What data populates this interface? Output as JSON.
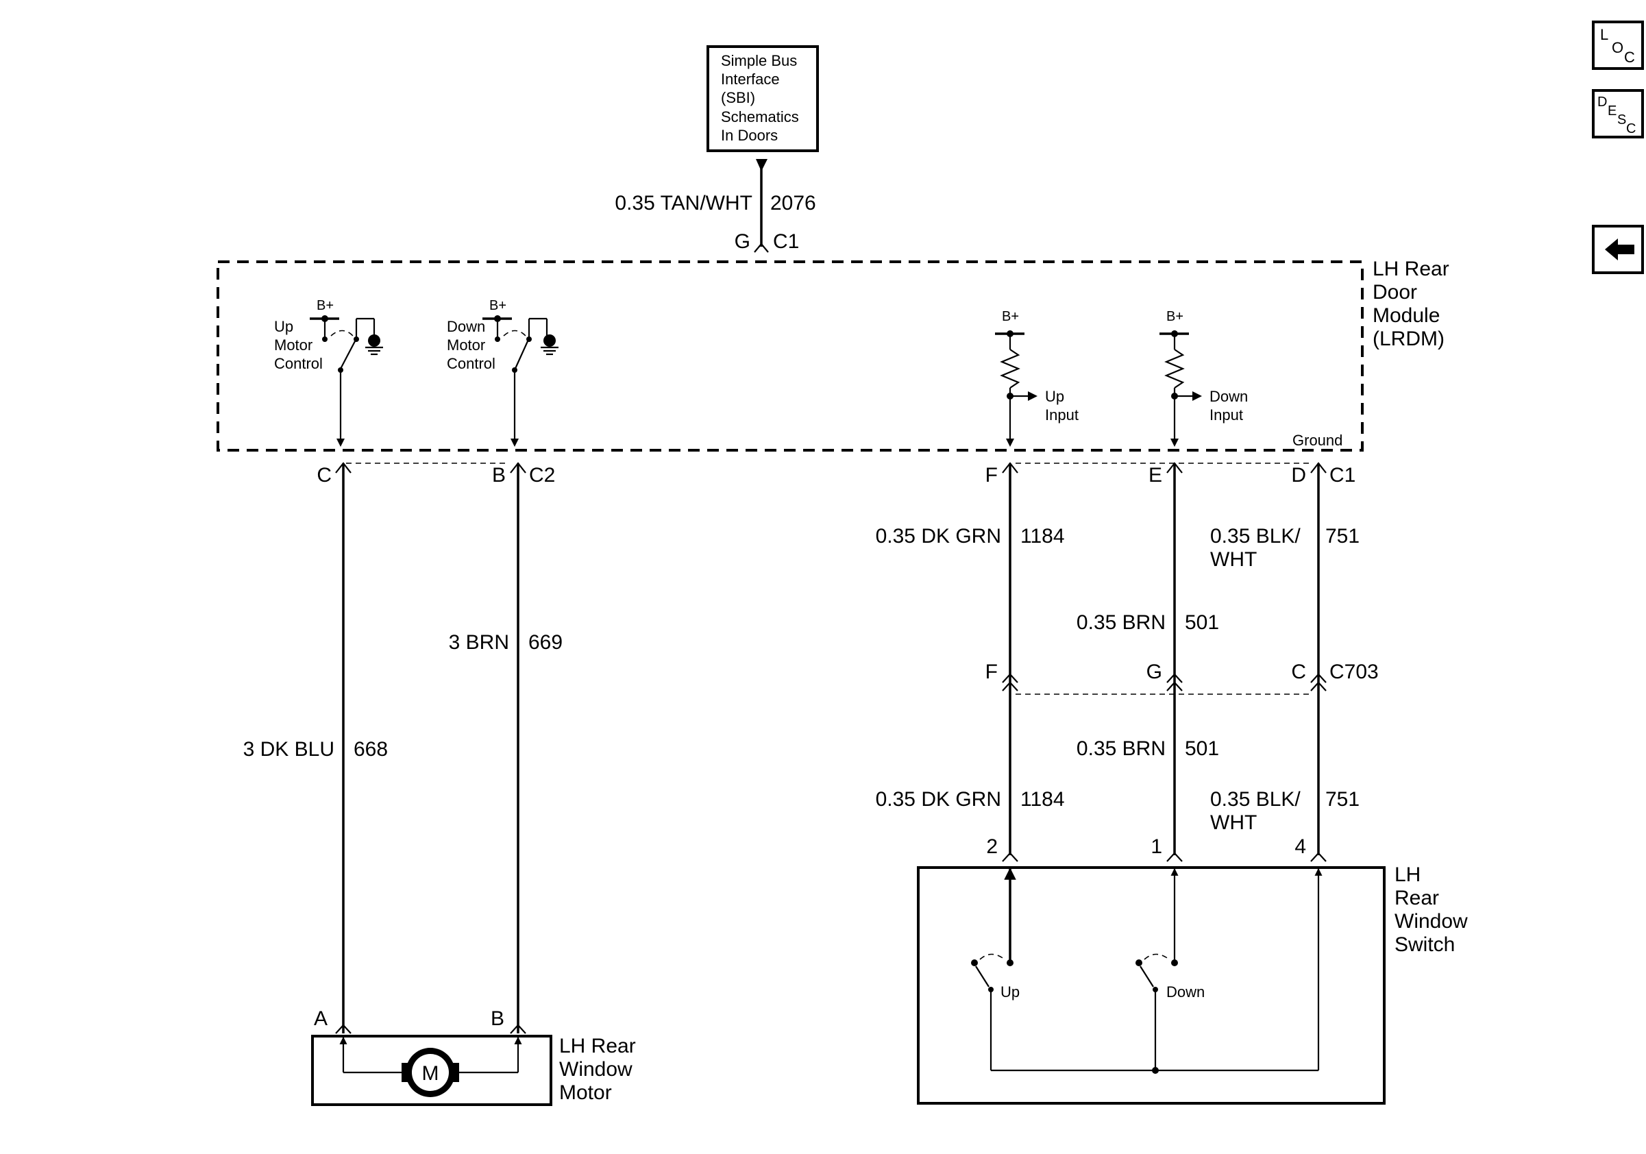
{
  "sbi_box": {
    "lines": [
      "Simple Bus",
      "Interface",
      "(SBI)",
      "Schematics",
      "In Doors"
    ]
  },
  "top_wire": {
    "color": "0.35 TAN/WHT",
    "circuit": "2076",
    "pin": "G",
    "connector": "C1"
  },
  "module": {
    "name_lines": [
      "LH Rear",
      "Door",
      "Module",
      "(LRDM)"
    ],
    "supply": "B+",
    "up_motor_control": [
      "Up",
      "Motor",
      "Control"
    ],
    "down_motor_control": [
      "Down",
      "Motor",
      "Control"
    ],
    "up_input": [
      "Up",
      "Input"
    ],
    "down_input": [
      "Down",
      "Input"
    ],
    "ground": "Ground"
  },
  "module_pins": {
    "c2": {
      "c": "C",
      "b": "B",
      "connector": "C2"
    },
    "c1": {
      "f": "F",
      "e": "E",
      "d": "D",
      "connector": "C1"
    }
  },
  "wires": {
    "w668": {
      "color": "3 DK BLU",
      "circuit": "668"
    },
    "w669": {
      "color": "3 BRN",
      "circuit": "669"
    },
    "w1184_upper": {
      "color": "0.35 DK GRN",
      "circuit": "1184"
    },
    "w501_upper": {
      "color": "0.35 BRN",
      "circuit": "501"
    },
    "w751_upper": {
      "color_lines": [
        "0.35 BLK/",
        "WHT"
      ],
      "circuit": "751"
    },
    "w501_lower": {
      "color": "0.35 BRN",
      "circuit": "501"
    },
    "w1184_lower": {
      "color": "0.35 DK GRN",
      "circuit": "1184"
    },
    "w751_lower": {
      "color_lines": [
        "0.35 BLK/",
        "WHT"
      ],
      "circuit": "751"
    }
  },
  "c703": {
    "f": "F",
    "g": "G",
    "c": "C",
    "connector": "C703"
  },
  "switch": {
    "name_lines": [
      "LH",
      "Rear",
      "Window",
      "Switch"
    ],
    "pins": {
      "p2": "2",
      "p1": "1",
      "p4": "4"
    },
    "up": "Up",
    "down": "Down"
  },
  "motor": {
    "name_lines": [
      "LH Rear",
      "Window",
      "Motor"
    ],
    "symbol": "M",
    "pin_a": "A",
    "pin_b": "B"
  },
  "nav": {
    "loc": {
      "l": "L",
      "o": "O",
      "c": "C",
      "icon": "location-icon"
    },
    "desc": {
      "d": "D",
      "e": "E",
      "s": "S",
      "c": "C",
      "icon": "description-icon"
    },
    "back": {
      "icon": "back-arrow-icon"
    }
  },
  "colors": {
    "ink": "#000000",
    "background": "#ffffff"
  }
}
